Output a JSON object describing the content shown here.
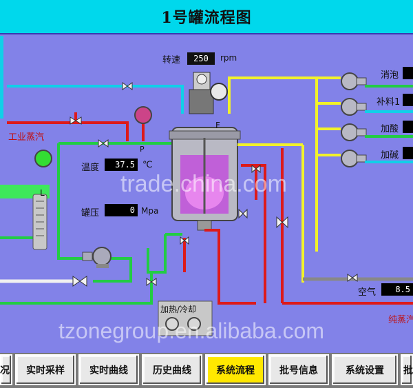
{
  "title": "1号罐流程图",
  "rpm": {
    "label": "转速",
    "value": "250",
    "unit": "rpm"
  },
  "temperature": {
    "label": "温度",
    "value": "37.5",
    "unit": "℃"
  },
  "pressure": {
    "label": "罐压",
    "value": "0",
    "unit": "Mpa"
  },
  "steam_label": "工业蒸汽",
  "heating_label": "加热/冷却",
  "air": {
    "label": "空气",
    "value": "8.5"
  },
  "pure_steam_label": "纯蒸汽",
  "feeds": [
    {
      "label": "消泡",
      "value": ""
    },
    {
      "label": "补料1",
      "value": ""
    },
    {
      "label": "加酸",
      "value": ""
    },
    {
      "label": "加碱",
      "value": ""
    }
  ],
  "gauges": {
    "f_label": "F",
    "l_label": "L",
    "p_label": "P"
  },
  "nav": [
    "况",
    "实时采样",
    "实时曲线",
    "历史曲线",
    "系统流程",
    "批号信息",
    "系统设置",
    "批"
  ],
  "active_nav": "系统流程",
  "watermarks": {
    "center": "trade.china.com",
    "bottom": "tzonegroup.en.alibaba.com"
  },
  "colors": {
    "background": "#8282e8",
    "title_bar": "#00d8ec",
    "pipe_green": "#22cc44",
    "pipe_red": "#dd1a1a",
    "pipe_yellow": "#f2f22a",
    "pipe_cyan": "#10d0e8",
    "active_button": "#ffe800"
  }
}
